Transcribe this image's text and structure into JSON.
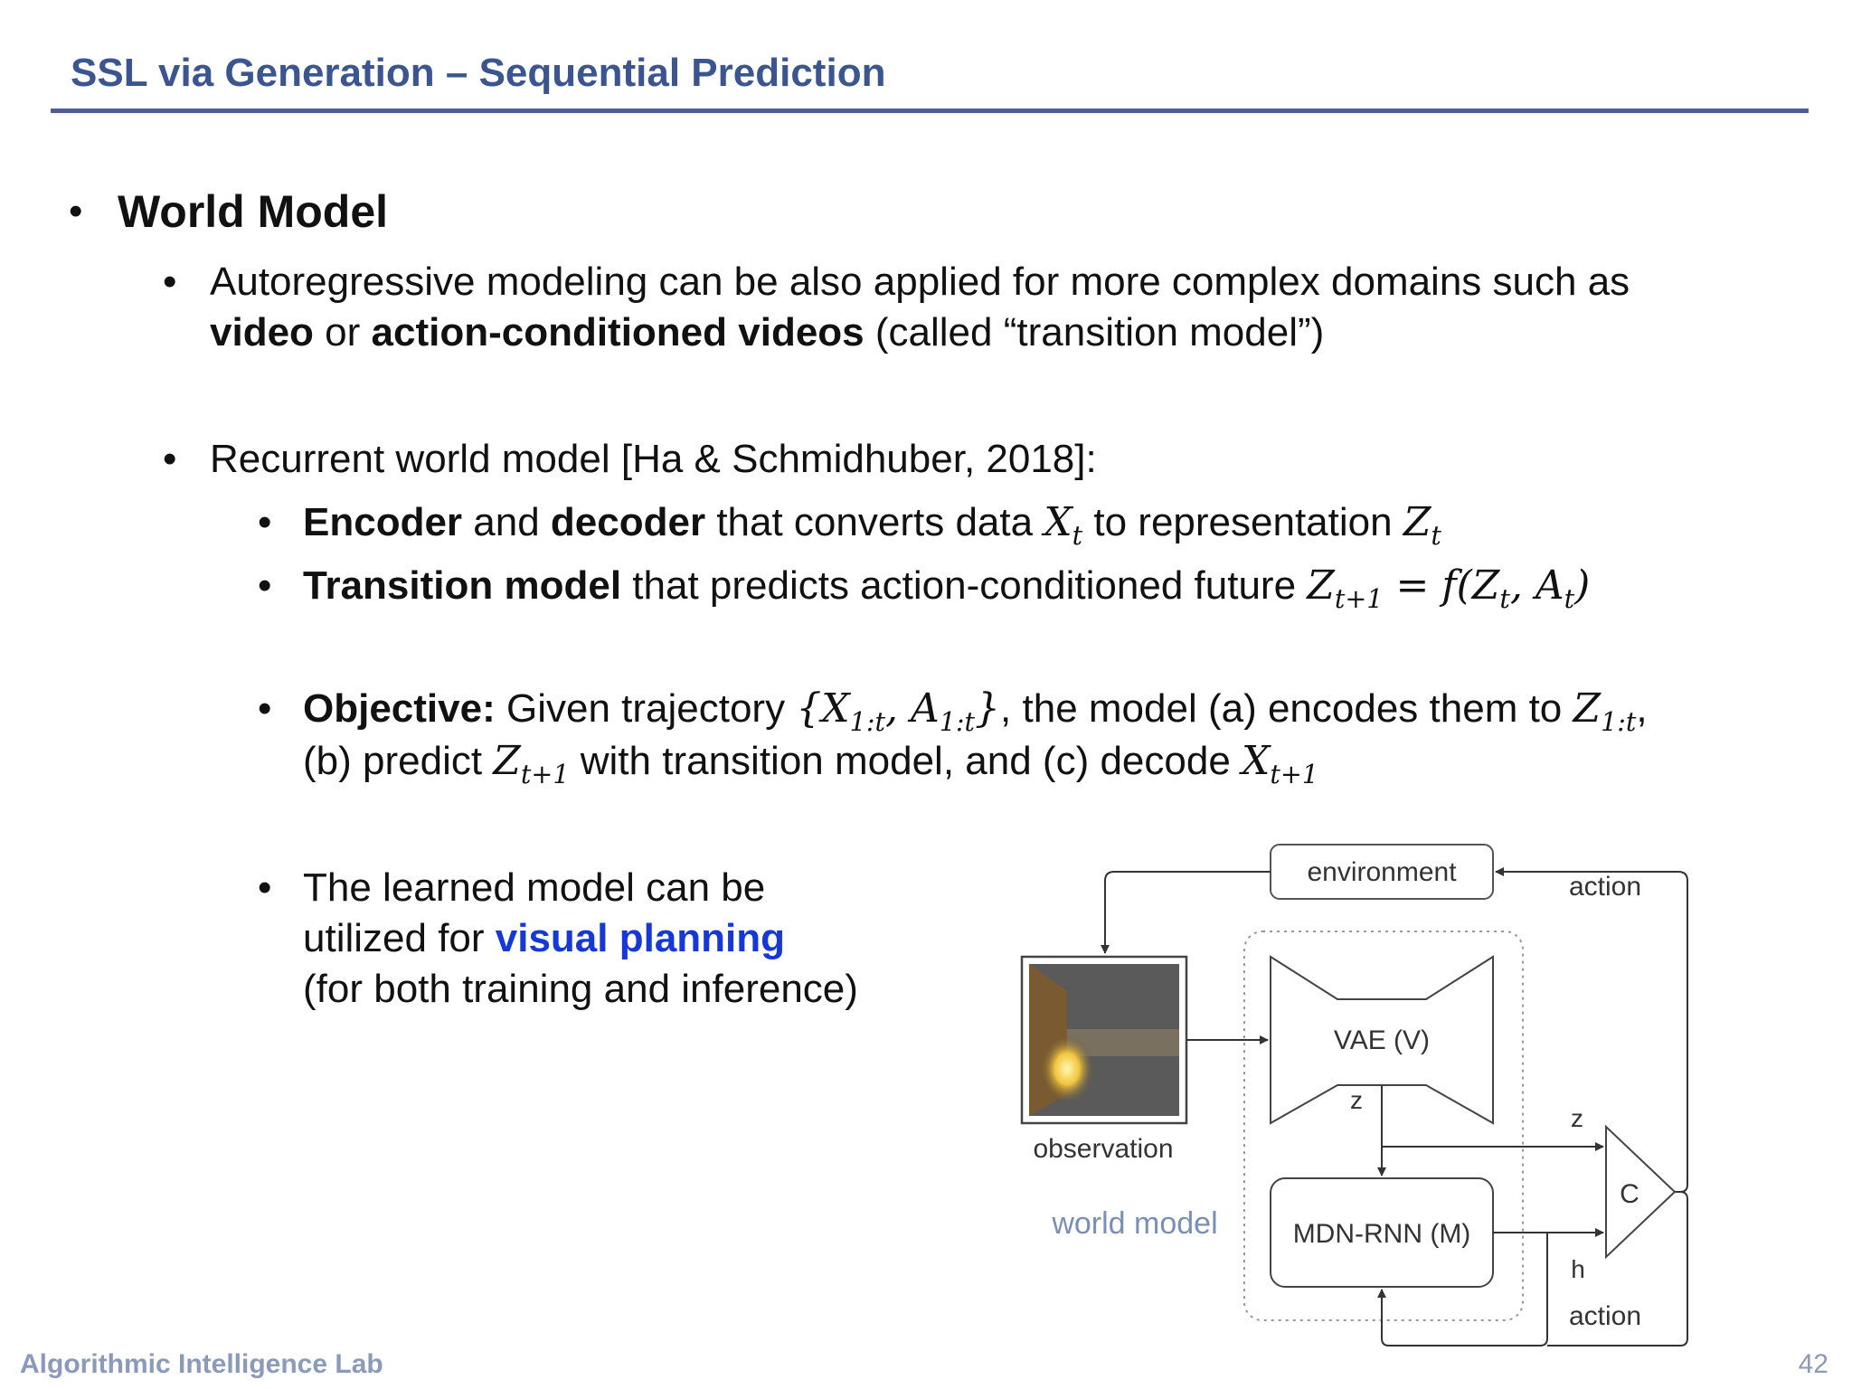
{
  "header": {
    "title": "SSL via Generation – Sequential Prediction"
  },
  "body": {
    "world_model": "World Model",
    "autoregressive": {
      "part1": "Autoregressive modeling can be also applied for more complex domains such as",
      "bold1": "video",
      "mid": " or ",
      "bold2": "action-conditioned videos",
      "part2": " (called “transition model”)"
    },
    "recurrent": "Recurrent world model [Ha & Schmidhuber, 2018]:",
    "encoder": {
      "bold1": "Encoder",
      "mid": " and ",
      "bold2": "decoder",
      "text": " that converts data ",
      "var1": "X",
      "sub1": "t",
      "to": " to representation ",
      "var2": "Z",
      "sub2": "t"
    },
    "transition": {
      "bold": "Transition model",
      "text": " that predicts action-conditioned future ",
      "lhs": "Z",
      "lhs_sub": "t+1",
      "eq": " = f(Z",
      "arg1_sub": "t",
      "comma": ", A",
      "arg2_sub": "t",
      "close": ")"
    },
    "objective": {
      "bold": "Objective:",
      "text1": " Given trajectory ",
      "traj": "{X",
      "traj_sub1": "1:t",
      "traj_mid": ", A",
      "traj_sub2": "1:t",
      "traj_close": "}",
      "text2": ", the model (a) encodes them to ",
      "z": "Z",
      "z_sub": "1:t",
      "comma": ",",
      "line2a": "(b) predict ",
      "z2": "Z",
      "z2_sub": "t+1",
      "line2b": " with transition model, and (c) decode ",
      "x": "X",
      "x_sub": "t+1"
    },
    "planning": {
      "line1": "The learned model can be",
      "line2a": "utilized for ",
      "highlight": "visual planning",
      "line3": "(for both training and inference)"
    }
  },
  "diagram": {
    "environment": "environment",
    "action_top": "action",
    "action_bottom": "action",
    "observation": "observation",
    "world_model": "world model",
    "vae": "VAE (V)",
    "z_vae": "z",
    "z_c": "z",
    "c": "C",
    "mdn": "MDN-RNN (M)",
    "h": "h"
  },
  "footer": {
    "lab": "Algorithmic Intelligence Lab",
    "page": "42"
  },
  "colors": {
    "title": "#3a5590",
    "rule": "#4a5e99",
    "highlight": "#1638d6",
    "footer": "#8a9ab8",
    "world_model_label": "#7a8fb5"
  }
}
